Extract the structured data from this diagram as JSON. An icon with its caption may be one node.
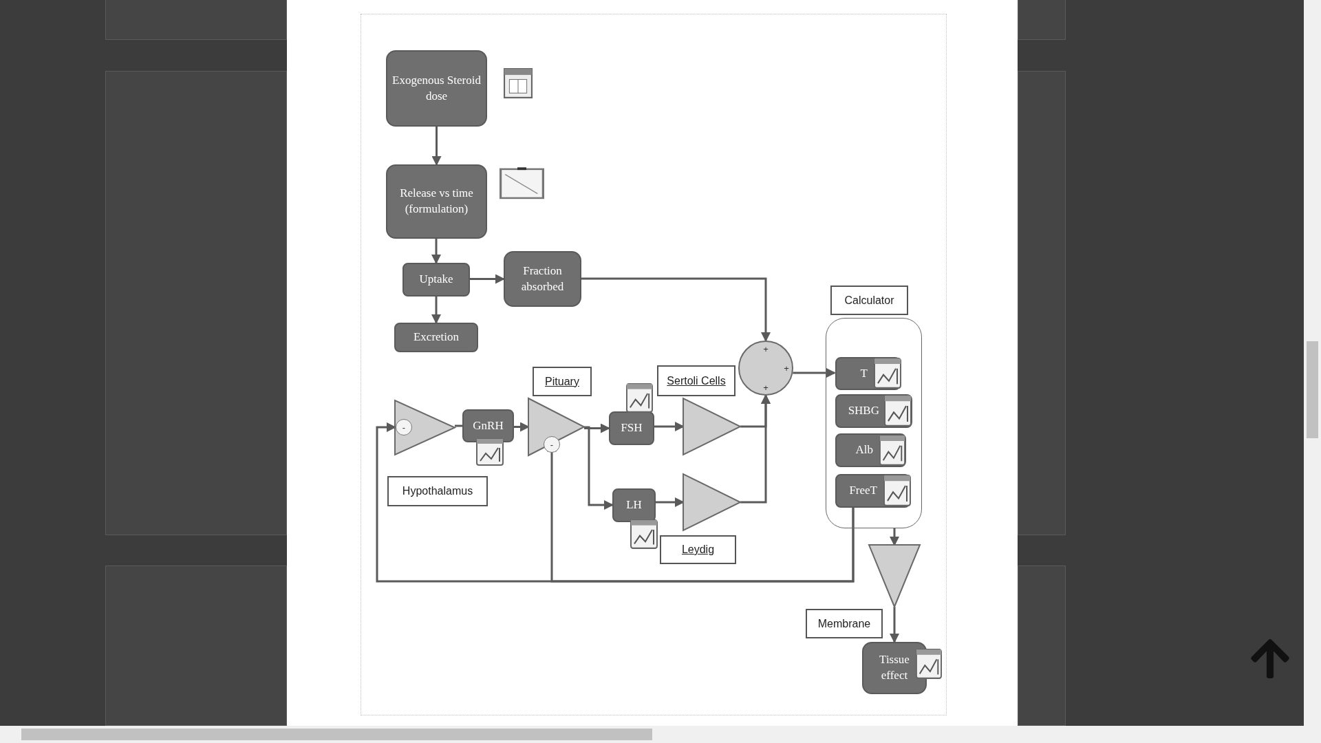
{
  "diagram": {
    "nodes": [
      {
        "text": [
          "Exogenous Steroid dose"
        ]
      },
      {
        "text": [
          "Release vs time (formulation)"
        ]
      },
      {
        "text": [
          "Uptake"
        ]
      },
      {
        "text": [
          "Fraction absorbed"
        ]
      },
      {
        "text": [
          "Excretion"
        ]
      },
      {
        "text": [
          "Calculator"
        ]
      },
      {
        "text": [],
        "shape": "box"
      },
      {
        "text": [
          "T"
        ],
        "in": 6
      },
      {
        "text": [
          "SHBG"
        ],
        "in": 6
      },
      {
        "text": [
          "Alb"
        ],
        "in": 6
      },
      {
        "text": [
          "FreeT"
        ],
        "in": 6
      },
      {
        "text": [
          "Pituary"
        ]
      },
      {
        "text": [
          "Sertoli Cells"
        ]
      },
      {
        "text": [],
        "shape": "circle"
      },
      {
        "text": [],
        "shape": "triangle"
      },
      {
        "text": [
          "GnRH"
        ]
      },
      {
        "text": [],
        "shape": "triangle"
      },
      {
        "text": [
          "FSH"
        ]
      },
      {
        "text": [],
        "shape": "triangle"
      },
      {
        "text": [
          "LH"
        ]
      },
      {
        "text": [],
        "shape": "triangle"
      },
      {
        "text": [
          "Hypothalamus"
        ]
      },
      {
        "text": [
          "Leydig"
        ]
      },
      {
        "text": [],
        "shape": "triangle"
      },
      {
        "text": [
          "Membrane"
        ]
      },
      {
        "text": [
          "Tissue effect"
        ]
      }
    ],
    "edges": [
      {
        "from": 0,
        "to": 1,
        "arrow": "to"
      },
      {
        "from": 1,
        "to": 2,
        "arrow": "to"
      },
      {
        "from": 2,
        "to": 3,
        "arrow": "to"
      },
      {
        "from": 2,
        "to": 4,
        "arrow": "to"
      },
      {
        "from": 3,
        "to": 13,
        "arrow": "to"
      },
      {
        "from": 13,
        "to": 7,
        "arrow": "to"
      },
      {
        "from": 14,
        "to": 15,
        "arrow": "none"
      },
      {
        "from": 15,
        "to": 16,
        "arrow": "to"
      },
      {
        "from": 16,
        "to": 17,
        "arrow": "to"
      },
      {
        "from": 16,
        "to": 19,
        "arrow": "to"
      },
      {
        "from": 17,
        "to": 18,
        "arrow": "to"
      },
      {
        "from": 19,
        "to": 20,
        "arrow": "to"
      },
      {
        "from": 18,
        "to": 13,
        "arrow": "to"
      },
      {
        "from": 20,
        "to": 13,
        "arrow": "to"
      },
      {
        "from": 10,
        "to": 14,
        "arrow": "to"
      },
      {
        "from": 10,
        "to": 16,
        "arrow": "to"
      },
      {
        "from": 6,
        "to": 23,
        "arrow": "to"
      },
      {
        "from": 23,
        "to": 25,
        "arrow": "to"
      }
    ],
    "labels": [
      "-",
      "-",
      "+",
      "+",
      "+"
    ]
  }
}
